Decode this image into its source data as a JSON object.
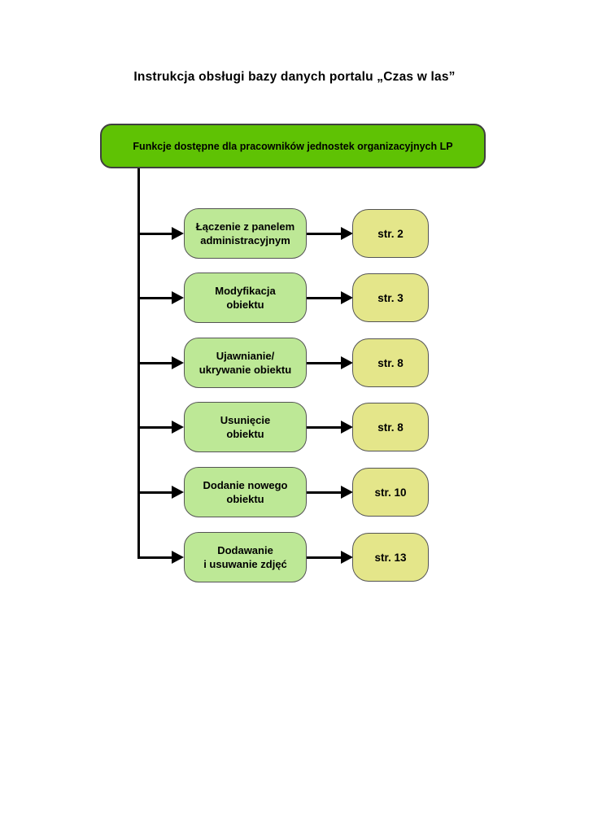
{
  "page": {
    "title": "Instrukcja obsługi bazy danych portalu „Czas w las”"
  },
  "colors": {
    "header_green": "#5fc204",
    "function_green": "#bde896",
    "page_yellow": "#e4e68a",
    "box_border": "#545454",
    "connector": "#000000"
  },
  "flowchart": {
    "header": {
      "label": "Funkcje dostępne dla pracowników jednostek organizacyjnych LP"
    },
    "items": [
      {
        "label": "Łączenie z panelem\nadministracyjnym",
        "page_ref": "str. 2"
      },
      {
        "label": "Modyfikacja\nobiektu",
        "page_ref": "str. 3"
      },
      {
        "label": "Ujawnianie/\nukrywanie obiektu",
        "page_ref": "str. 8"
      },
      {
        "label": "Usunięcie\nobiektu",
        "page_ref": "str. 8"
      },
      {
        "label": "Dodanie nowego\nobiektu",
        "page_ref": "str. 10"
      },
      {
        "label": "Dodawanie\ni usuwanie zdjęć",
        "page_ref": "str. 13"
      }
    ]
  }
}
